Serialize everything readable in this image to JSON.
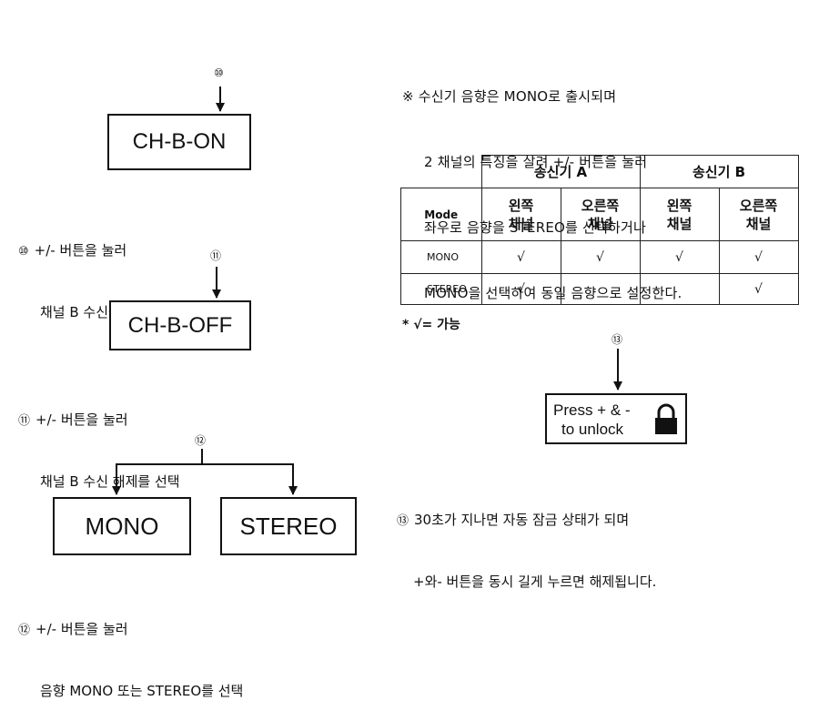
{
  "left": {
    "step10": {
      "marker": "⑩",
      "display": "CH-B-ON",
      "desc_line1": "+/- 버튼을 눌러",
      "desc_line2": "채널 B 수신을 선택"
    },
    "step11": {
      "marker": "⑪",
      "display": "CH-B-OFF",
      "desc_line1": "+/- 버튼을 눌러",
      "desc_line2": "채널 B 수신 해제를 선택"
    },
    "step12": {
      "marker": "⑫",
      "display_mono": "MONO",
      "display_stereo": "STEREO",
      "desc_line1": "+/- 버튼을 눌러",
      "desc_line2": "음향 MONO 또는 STEREO를 선택"
    }
  },
  "right": {
    "note": {
      "mark": "※",
      "line1": "수신기 음향은 MONO로 출시되며",
      "line2": "2 채널의 특징을 살려 +/- 버튼을 눌러",
      "line3": "좌우로 음향을 STEREO를 선택하거나",
      "line4": "MONO을 선택하여 동일 음향으로 설정한다."
    },
    "table": {
      "group_a": "송신기 A",
      "group_b": "송신기 B",
      "mode_label": "Mode",
      "col_left": "왼쪽\n채널",
      "col_right": "오른쪽\n채널",
      "rows": [
        {
          "label": "MONO",
          "cells": [
            "√",
            "√",
            "√",
            "√"
          ]
        },
        {
          "label": "STEREO",
          "cells": [
            "√",
            "",
            "",
            "√"
          ]
        }
      ],
      "footnote": "* √= 가능"
    },
    "step13": {
      "marker": "⑬",
      "lock_line1": "Press + & -",
      "lock_line2": "to unlock",
      "desc_line1": "30초가 지나면 자동 잠금 상태가 되며",
      "desc_line2": "+와- 버튼을 동시 길게 누르면 해제됩니다."
    }
  }
}
